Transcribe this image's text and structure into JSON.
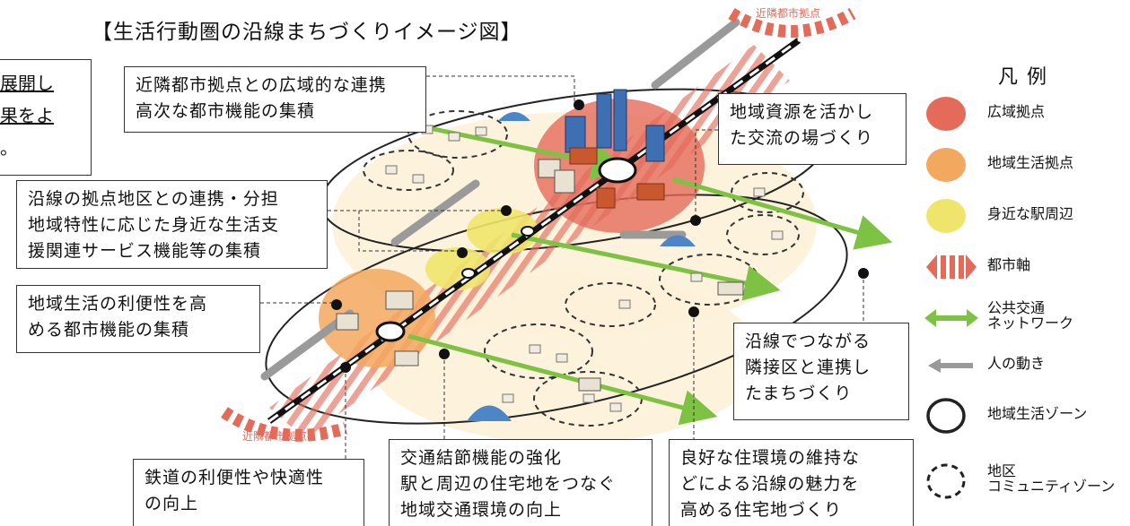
{
  "title": "【生活行動圏の沿線まちづくりイメージ図】",
  "partial_left_text": [
    "展開し",
    "果をよ",
    "。"
  ],
  "boxes": {
    "regional_link": [
      "近隣都市拠点との広域的な連携",
      "高次な都市機能の集積"
    ],
    "local_resource": [
      "地域資源を活かし",
      "た交流の場づくり"
    ],
    "line_hub": [
      "沿線の拠点地区との連携・分担",
      "地域特性に応じた身近な生活支",
      "援関連サービス機能等の集積"
    ],
    "convenience": [
      "地域生活の利便性を高",
      "める都市機能の集積"
    ],
    "adjacent": [
      "沿線でつながる",
      "隣接区と連携し",
      "たまちづくり"
    ],
    "railway": [
      "鉄道の利便性や快適性",
      "の向上"
    ],
    "node": [
      "交通結節機能の強化",
      "駅と周辺の住宅地をつなぐ",
      "地域交通環境の向上"
    ],
    "residential": [
      "良好な住環境の維持な",
      "どによる沿線の魅力を",
      "高める住宅地づくり"
    ]
  },
  "map_labels": {
    "top_hub": "近隣都市拠点",
    "bottom_hub": "近隣都市拠点"
  },
  "legend": {
    "title": "凡例",
    "items": [
      {
        "label": "広域拠点",
        "icon": "wide-area-hub-icon",
        "color": "#e46a5a"
      },
      {
        "label": "地域生活拠点",
        "icon": "local-life-hub-icon",
        "color": "#f3a85f"
      },
      {
        "label": "身近な駅周辺",
        "icon": "nearby-station-icon",
        "color": "#eee56a"
      },
      {
        "label": "都市軸",
        "icon": "urban-axis-icon",
        "color": "#e46a5a"
      },
      {
        "label": "公共交通\nネットワーク",
        "icon": "public-transport-network-icon",
        "color": "#7dc242"
      },
      {
        "label": "人の動き",
        "icon": "people-movement-icon",
        "color": "#999999"
      },
      {
        "label": "地域生活ゾーン",
        "icon": "local-life-zone-icon",
        "color": "#222222"
      },
      {
        "label": "地区\nコミュニティゾーン",
        "icon": "district-community-zone-icon",
        "color": "#222222"
      }
    ]
  }
}
